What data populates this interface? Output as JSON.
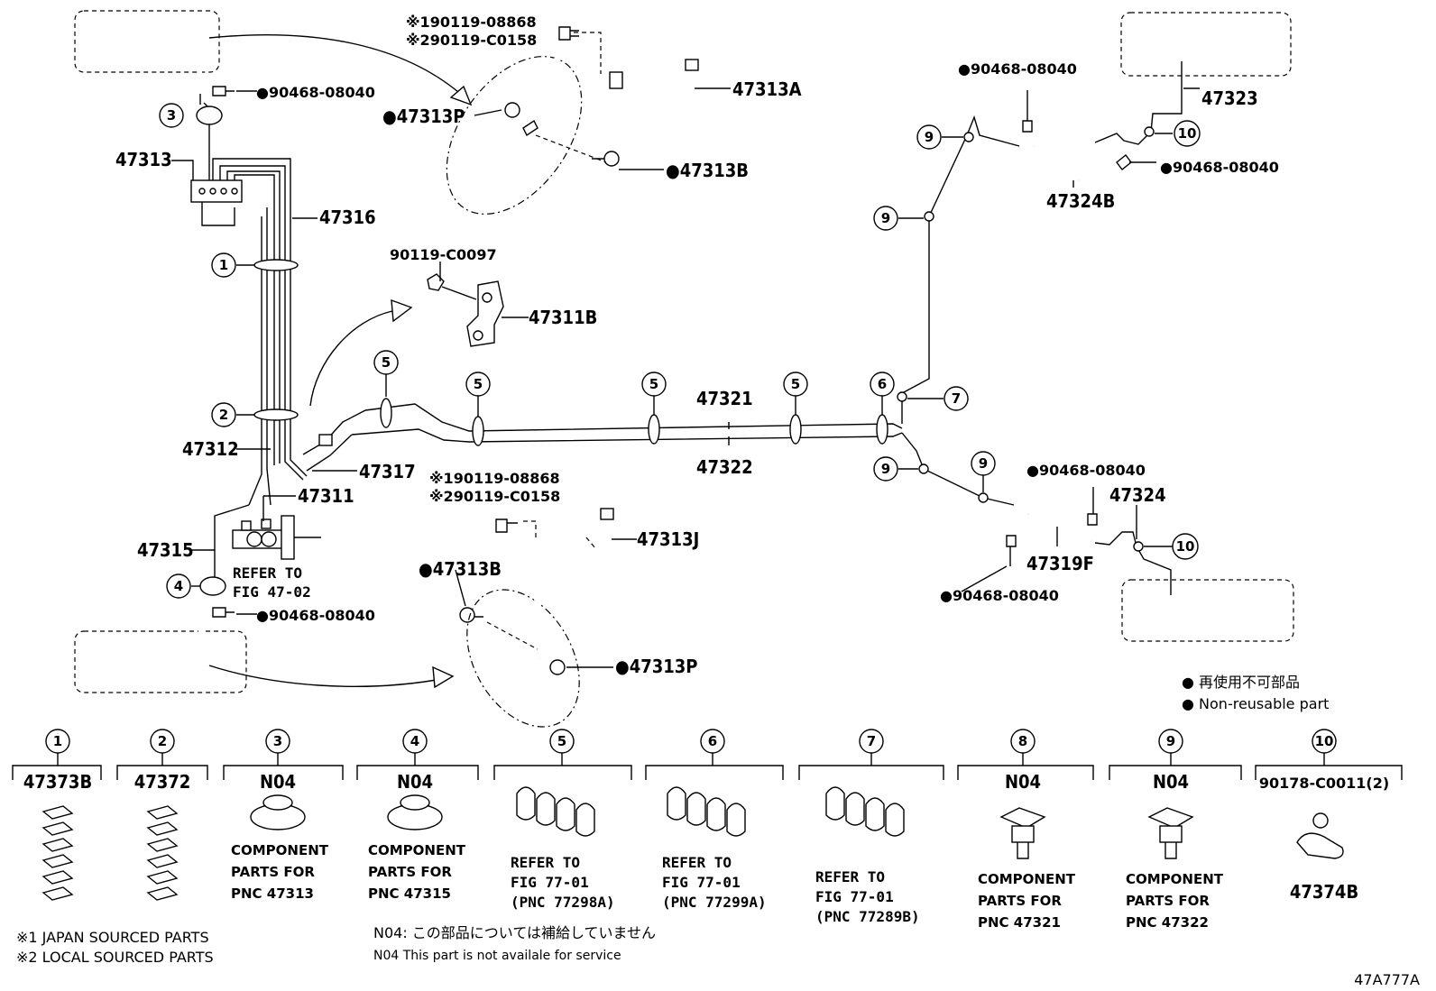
{
  "parts": {
    "p90468_a": "●90468-08040",
    "p47313P_top": "●47313P",
    "p47313A": "47313A",
    "p47313B_top": "●47313B",
    "p190119_top": "※190119-08868",
    "p290119_top": "※290119-C0158",
    "p47313": "47313",
    "p47316": "47316",
    "p90119": "90119-C0097",
    "p47311B": "47311B",
    "p47312": "47312",
    "p47317": "47317",
    "p47311": "47311",
    "p47315": "47315",
    "refer_47_02_a": "REFER TO",
    "refer_47_02_b": "FIG 47-02",
    "p90468_b": "●90468-08040",
    "p190119_bot": "※190119-08868",
    "p290119_bot": "※290119-C0158",
    "p47313J": "47313J",
    "p47313B_bot": "●47313B",
    "p47313P_bot": "●47313P",
    "p47321": "47321",
    "p47322": "47322",
    "p90468_c": "●90468-08040",
    "p47323": "47323",
    "p47324B": "47324B",
    "p90468_d": "●90468-08040",
    "p90468_e": "●90468-08040",
    "p47324": "47324",
    "p47319F": "47319F",
    "p90468_f": "●90468-08040"
  },
  "callouts": {
    "c1": "1",
    "c2": "2",
    "c3": "3",
    "c4": "4",
    "c5": "5",
    "c6": "6",
    "c7": "7",
    "c8": "8",
    "c9": "9",
    "c10": "10"
  },
  "legend": {
    "jp": "● 再使用不可部品",
    "en": "● Non-reusable part"
  },
  "table": [
    {
      "no": "1",
      "part": "47373B",
      "lines": []
    },
    {
      "no": "2",
      "part": "47372",
      "lines": []
    },
    {
      "no": "3",
      "part": "N04",
      "lines": [
        "COMPONENT",
        "PARTS FOR",
        "PNC 47313"
      ]
    },
    {
      "no": "4",
      "part": "N04",
      "lines": [
        "COMPONENT",
        "PARTS FOR",
        "PNC 47315"
      ]
    },
    {
      "no": "5",
      "part": "",
      "lines": [
        "REFER TO",
        "FIG 77-01",
        "(PNC 77298A)"
      ]
    },
    {
      "no": "6",
      "part": "",
      "lines": [
        "REFER TO",
        "FIG 77-01",
        "(PNC 77299A)"
      ]
    },
    {
      "no": "7",
      "part": "",
      "lines": [
        "REFER TO",
        "FIG 77-01",
        "(PNC 77289B)"
      ]
    },
    {
      "no": "8",
      "part": "N04",
      "lines": [
        "COMPONENT",
        "PARTS FOR",
        "PNC 47321"
      ]
    },
    {
      "no": "9",
      "part": "N04",
      "lines": [
        "COMPONENT",
        "PARTS FOR",
        "PNC 47322"
      ]
    },
    {
      "no": "10",
      "part": "90178-C0011(2)",
      "part2": "47374B",
      "lines": []
    }
  ],
  "footnotes": {
    "f1": "※1 JAPAN SOURCED PARTS",
    "f2": "※2 LOCAL SOURCED PARTS",
    "n04_jp": "N04: この部品については補給していません",
    "n04_en": "N04   This part is not availale for service",
    "code": "47A777A"
  }
}
